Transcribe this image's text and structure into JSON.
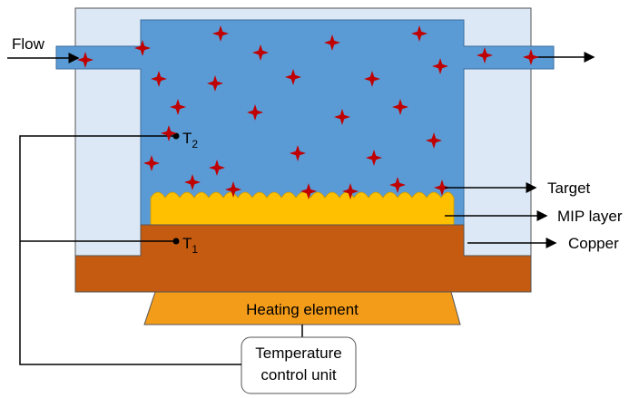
{
  "labels": {
    "flow": "Flow",
    "t2_main": "T",
    "t2_sub": "2",
    "t1_main": "T",
    "t1_sub": "1",
    "target": "Target",
    "mip_layer": "MIP layer",
    "copper": "Copper",
    "heating_element": "Heating element",
    "control_line1": "Temperature",
    "control_line2": "control unit"
  },
  "colors": {
    "outer_housing": "#dce8f5",
    "fluid": "#5b9bd5",
    "mip_layer": "#ffc000",
    "copper": "#c55a11",
    "heater": "#f39c1a",
    "target": "#c00000"
  },
  "icons": {
    "target_particle": "four-point-star",
    "sensor": "dot"
  }
}
